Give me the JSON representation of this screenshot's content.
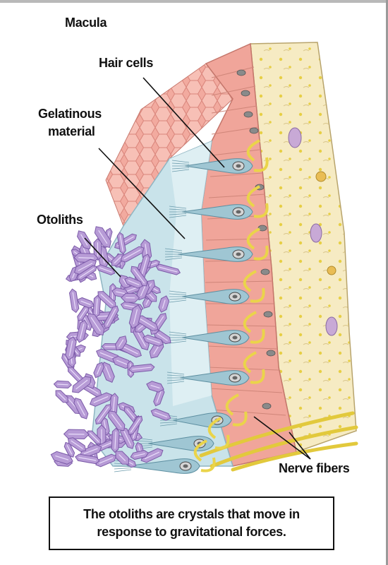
{
  "title": "Macula",
  "labels": {
    "hair_cells": "Hair cells",
    "gelatinous_line1": "Gelatinous",
    "gelatinous_line2": "material",
    "otoliths": "Otoliths",
    "nerve_fibers": "Nerve fibers"
  },
  "caption": "The otoliths are crystals that move in response to gravitational forces.",
  "colors": {
    "epithelium": "#f0a59a",
    "epithelium_dark": "#d8786d",
    "connective": "#f6ebc3",
    "gelatinous": "#c9e3ea",
    "hair_cell": "#9fc6d3",
    "nerve": "#ead44a",
    "otolith": "#b79bd6",
    "otolith_dark": "#7b5aa8"
  }
}
